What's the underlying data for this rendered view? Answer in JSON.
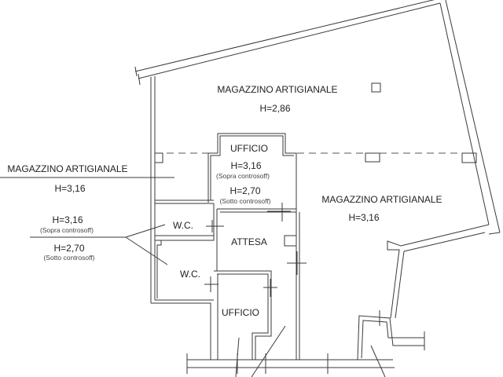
{
  "rooms": {
    "magazzino_top": {
      "name": "MAGAZZINO ARTIGIANALE",
      "height": "H=2,86"
    },
    "magazzino_left": {
      "name": "MAGAZZINO ARTIGIANALE",
      "height": "H=3,16"
    },
    "magazzino_right": {
      "name": "MAGAZZINO ARTIGIANALE",
      "height": "H=3,16"
    },
    "ufficio_top": {
      "name": "UFFICIO",
      "height_above": "H=3,16",
      "note_above": "(Sopra controsoff)",
      "height_below": "H=2,70",
      "note_below": "(Sotto controsoff)"
    },
    "wc_1": {
      "name": "W.C."
    },
    "wc_2": {
      "name": "W.C."
    },
    "attesa": {
      "name": "ATTESA"
    },
    "ufficio_bottom": {
      "name": "UFFICIO"
    }
  },
  "wc_annotation": {
    "height_above": "H=3,16",
    "note_above": "(Sopra controsoff)",
    "height_below": "H=2,70",
    "note_below": "(Sotto controsoff)"
  }
}
